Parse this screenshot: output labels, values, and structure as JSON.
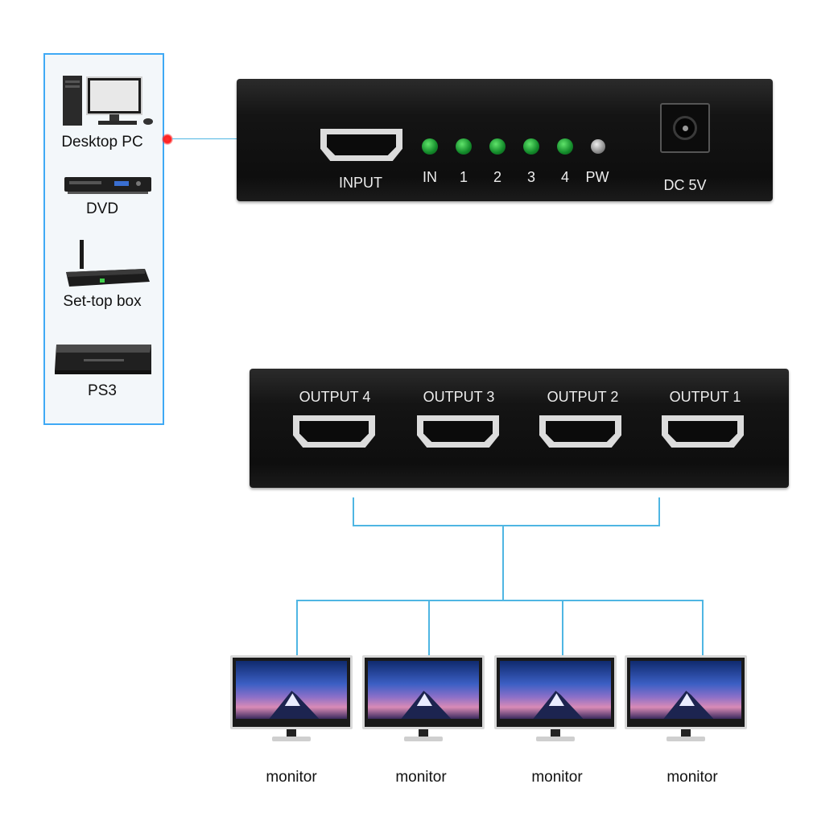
{
  "sources": [
    {
      "label": "Desktop PC",
      "icon": "desktop-pc-icon"
    },
    {
      "label": "DVD",
      "icon": "dvd-player-icon"
    },
    {
      "label": "Set-top box",
      "icon": "set-top-box-icon"
    },
    {
      "label": "PS3",
      "icon": "ps3-console-icon"
    }
  ],
  "input_unit": {
    "input_label": "INPUT",
    "leds": [
      "IN",
      "1",
      "2",
      "3",
      "4",
      "PW"
    ],
    "power_label": "DC 5V"
  },
  "output_unit": {
    "outputs": [
      "OUTPUT 4",
      "OUTPUT 3",
      "OUTPUT 2",
      "OUTPUT 1"
    ]
  },
  "monitors": [
    "monitor",
    "monitor",
    "monitor",
    "monitor"
  ],
  "colors": {
    "line": "#4fb6e3",
    "panel_border": "#3fa9f5",
    "led_green": "#1fae3a",
    "indicator": "#ff2020"
  }
}
